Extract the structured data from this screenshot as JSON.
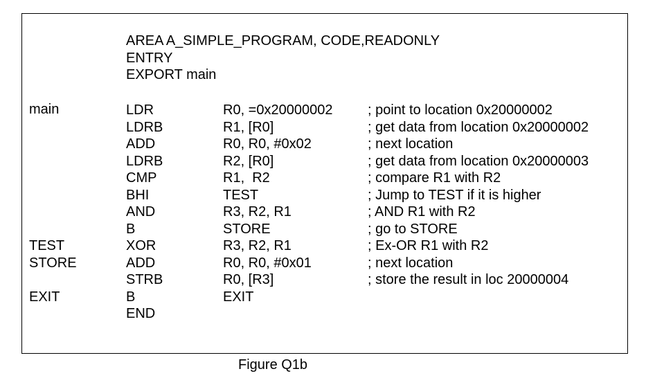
{
  "header": [
    "AREA A_SIMPLE_PROGRAM, CODE,READONLY",
    "ENTRY",
    "EXPORT main"
  ],
  "main_label": "main",
  "lines": [
    {
      "label": "",
      "opcode": "LDR",
      "operands": "R0, =0x20000002",
      "comment": "; point to location 0x20000002"
    },
    {
      "label": "",
      "opcode": "LDRB",
      "operands": "R1, [R0]",
      "comment": "; get data from location 0x20000002"
    },
    {
      "label": "",
      "opcode": "ADD",
      "operands": "R0, R0, #0x02",
      "comment": "; next location"
    },
    {
      "label": "",
      "opcode": "LDRB",
      "operands": "R2, [R0]",
      "comment": "; get data from location 0x20000003"
    },
    {
      "label": "",
      "opcode": "CMP",
      "operands": "R1,  R2",
      "comment": "; compare R1 with R2"
    },
    {
      "label": "",
      "opcode": "BHI",
      "operands": "TEST",
      "comment": "; Jump to TEST if it is higher"
    },
    {
      "label": "",
      "opcode": "AND",
      "operands": "R3, R2, R1",
      "comment": "; AND R1 with R2"
    },
    {
      "label": "",
      "opcode": "B",
      "operands": "STORE",
      "comment": "; go to STORE"
    },
    {
      "label": "TEST",
      "opcode": "XOR",
      "operands": "R3, R2, R1",
      "comment": "; Ex-OR R1 with R2"
    },
    {
      "label": "STORE",
      "opcode": "ADD",
      "operands": "R0, R0, #0x01",
      "comment": "; next location"
    },
    {
      "label": "",
      "opcode": "STRB",
      "operands": "R0, [R3]",
      "comment": "; store the result in loc 20000004"
    },
    {
      "label": "EXIT",
      "opcode": "B",
      "operands": "EXIT",
      "comment": ""
    },
    {
      "label": "",
      "opcode": "END",
      "operands": "",
      "comment": ""
    }
  ],
  "caption": "Figure Q1b"
}
